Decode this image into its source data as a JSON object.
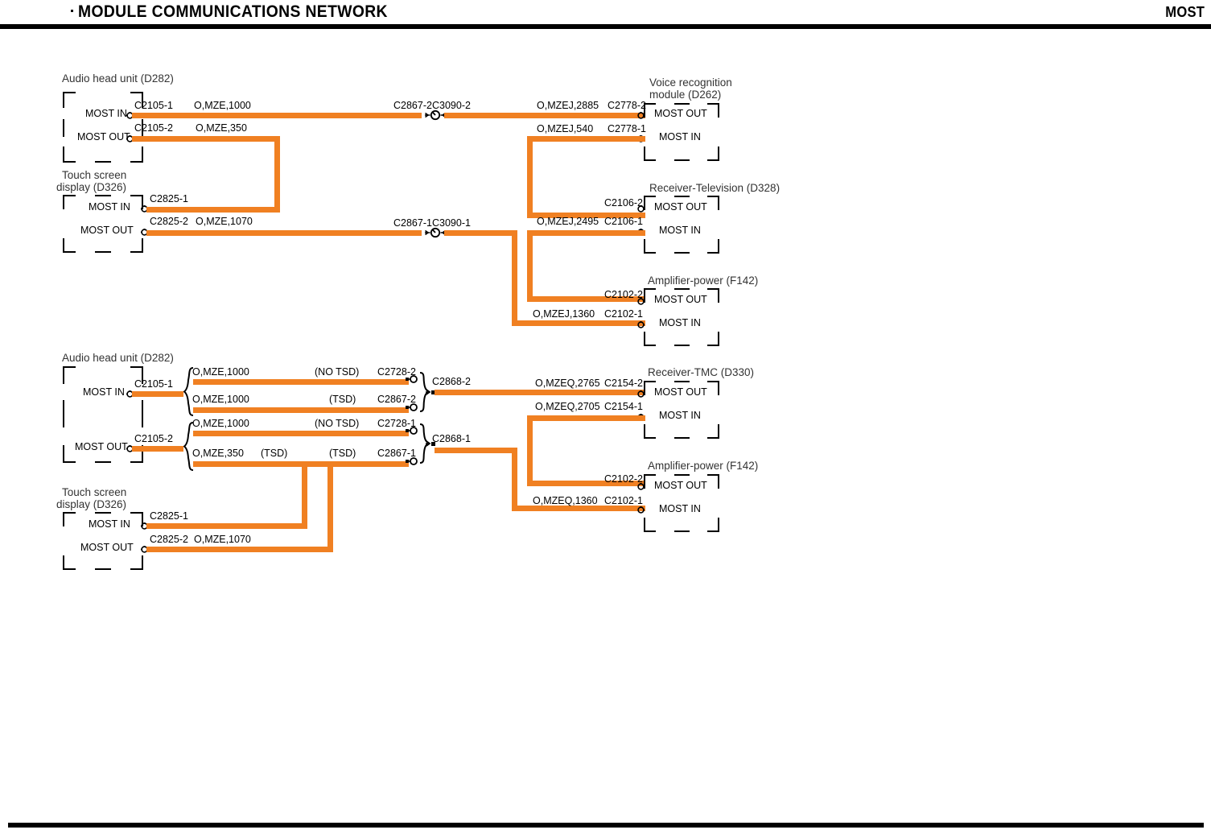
{
  "header": {
    "title": "MODULE COMMUNICATIONS NETWORK",
    "right_label": "MOST"
  },
  "diagram": {
    "type": "wiring-schematic",
    "wire_color": "#F08022",
    "diagram_1": {
      "modules": [
        {
          "id": "audio-head-unit-top",
          "title": "Audio head unit (D282)",
          "ports": [
            {
              "name": "MOST IN",
              "connector": "C2105-1"
            },
            {
              "name": "MOST OUT",
              "connector": "C2105-2"
            }
          ]
        },
        {
          "id": "touch-screen-display-top",
          "title": "Touch screen",
          "title2": "display (D326)",
          "ports": [
            {
              "name": "MOST IN",
              "connector": "C2825-1"
            },
            {
              "name": "MOST OUT",
              "connector": "C2825-2"
            }
          ]
        },
        {
          "id": "voice-recognition-module",
          "title": "Voice recognition",
          "title2": "module (D262)",
          "ports": [
            {
              "name": "MOST OUT",
              "connector": "C2778-2"
            },
            {
              "name": "MOST IN",
              "connector": "C2778-1"
            }
          ]
        },
        {
          "id": "receiver-television",
          "title": "Receiver-Television (D328)",
          "ports": [
            {
              "name": "MOST OUT",
              "connector": "C2106-2"
            },
            {
              "name": "MOST IN",
              "connector": "C2106-1"
            }
          ]
        },
        {
          "id": "amplifier-power-top",
          "title": "Amplifier-power (F142)",
          "ports": [
            {
              "name": "MOST OUT",
              "connector": "C2102-2"
            },
            {
              "name": "MOST IN",
              "connector": "C2102-1"
            }
          ]
        }
      ],
      "wire_labels": [
        "O,MZE,1000",
        "O,MZE,350",
        "O,MZE,1070",
        "O,MZEJ,2885",
        "O,MZEJ,540",
        "O,MZEJ,2495",
        "O,MZEJ,1360"
      ],
      "inline_connectors": [
        {
          "left": "C2867-2",
          "right": "C3090-2"
        },
        {
          "left": "C2867-1",
          "right": "C3090-1"
        }
      ]
    },
    "diagram_2": {
      "modules": [
        {
          "id": "audio-head-unit-bottom",
          "title": "Audio head unit (D282)",
          "ports": [
            {
              "name": "MOST IN",
              "connector": "C2105-1"
            },
            {
              "name": "MOST OUT",
              "connector": "C2105-2"
            }
          ]
        },
        {
          "id": "touch-screen-display-bottom",
          "title": "Touch screen",
          "title2": "display (D326)",
          "ports": [
            {
              "name": "MOST IN",
              "connector": "C2825-1"
            },
            {
              "name": "MOST OUT",
              "connector": "C2825-2"
            }
          ]
        },
        {
          "id": "receiver-tmc",
          "title": "Receiver-TMC (D330)",
          "ports": [
            {
              "name": "MOST OUT",
              "connector": "C2154-2"
            },
            {
              "name": "MOST IN",
              "connector": "C2154-1"
            }
          ]
        },
        {
          "id": "amplifier-power-bottom",
          "title": "Amplifier-power (F142)",
          "ports": [
            {
              "name": "MOST OUT",
              "connector": "C2102-2"
            },
            {
              "name": "MOST IN",
              "connector": "C2102-1"
            }
          ]
        }
      ],
      "branches": [
        {
          "wire": "O,MZE,1000",
          "option": "(NO TSD)",
          "connector": "C2728-2"
        },
        {
          "wire": "O,MZE,1000",
          "option": "(TSD)",
          "connector": "C2867-2"
        },
        {
          "wire": "O,MZE,1000",
          "option": "(NO TSD)",
          "connector": "C2728-1"
        },
        {
          "wire": "O,MZE,350",
          "option": "(TSD)",
          "option2": "(TSD)",
          "connector": "C2867-1"
        }
      ],
      "junctions": [
        "C2868-2",
        "C2868-1"
      ],
      "wire_labels": [
        "O,MZEQ,2765",
        "O,MZEQ,2705",
        "O,MZEQ,1360",
        "O,MZE,1070"
      ]
    }
  }
}
